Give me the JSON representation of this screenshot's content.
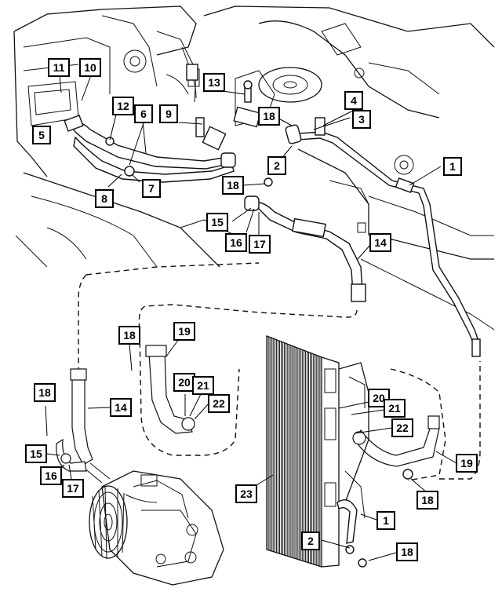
{
  "diagram": {
    "callouts": [
      {
        "id": "c-11-top",
        "label": "11"
      },
      {
        "id": "c-10-top",
        "label": "10"
      },
      {
        "id": "c-12",
        "label": "12"
      },
      {
        "id": "c-6",
        "label": "6"
      },
      {
        "id": "c-9",
        "label": "9"
      },
      {
        "id": "c-13",
        "label": "13"
      },
      {
        "id": "c-18-a",
        "label": "18"
      },
      {
        "id": "c-4",
        "label": "4"
      },
      {
        "id": "c-3",
        "label": "3"
      },
      {
        "id": "c-5",
        "label": "5"
      },
      {
        "id": "c-2-a",
        "label": "2"
      },
      {
        "id": "c-1-a",
        "label": "1"
      },
      {
        "id": "c-8",
        "label": "8"
      },
      {
        "id": "c-7",
        "label": "7"
      },
      {
        "id": "c-18-b",
        "label": "18"
      },
      {
        "id": "c-15-a",
        "label": "15"
      },
      {
        "id": "c-16-a",
        "label": "16"
      },
      {
        "id": "c-17-a",
        "label": "17"
      },
      {
        "id": "c-14-a",
        "label": "14"
      },
      {
        "id": "c-18-c",
        "label": "18"
      },
      {
        "id": "c-19-a",
        "label": "19"
      },
      {
        "id": "c-20-a",
        "label": "20"
      },
      {
        "id": "c-21-a",
        "label": "21"
      },
      {
        "id": "c-22-a",
        "label": "22"
      },
      {
        "id": "c-18-d",
        "label": "18"
      },
      {
        "id": "c-14-b",
        "label": "14"
      },
      {
        "id": "c-15-b",
        "label": "15"
      },
      {
        "id": "c-16-b",
        "label": "16"
      },
      {
        "id": "c-17-b",
        "label": "17"
      },
      {
        "id": "c-20-b",
        "label": "20"
      },
      {
        "id": "c-21-b",
        "label": "21"
      },
      {
        "id": "c-22-b",
        "label": "22"
      },
      {
        "id": "c-19-b",
        "label": "19"
      },
      {
        "id": "c-23",
        "label": "23"
      },
      {
        "id": "c-18-e",
        "label": "18"
      },
      {
        "id": "c-1-b",
        "label": "1"
      },
      {
        "id": "c-2-b",
        "label": "2"
      },
      {
        "id": "c-18-f",
        "label": "18"
      }
    ]
  }
}
